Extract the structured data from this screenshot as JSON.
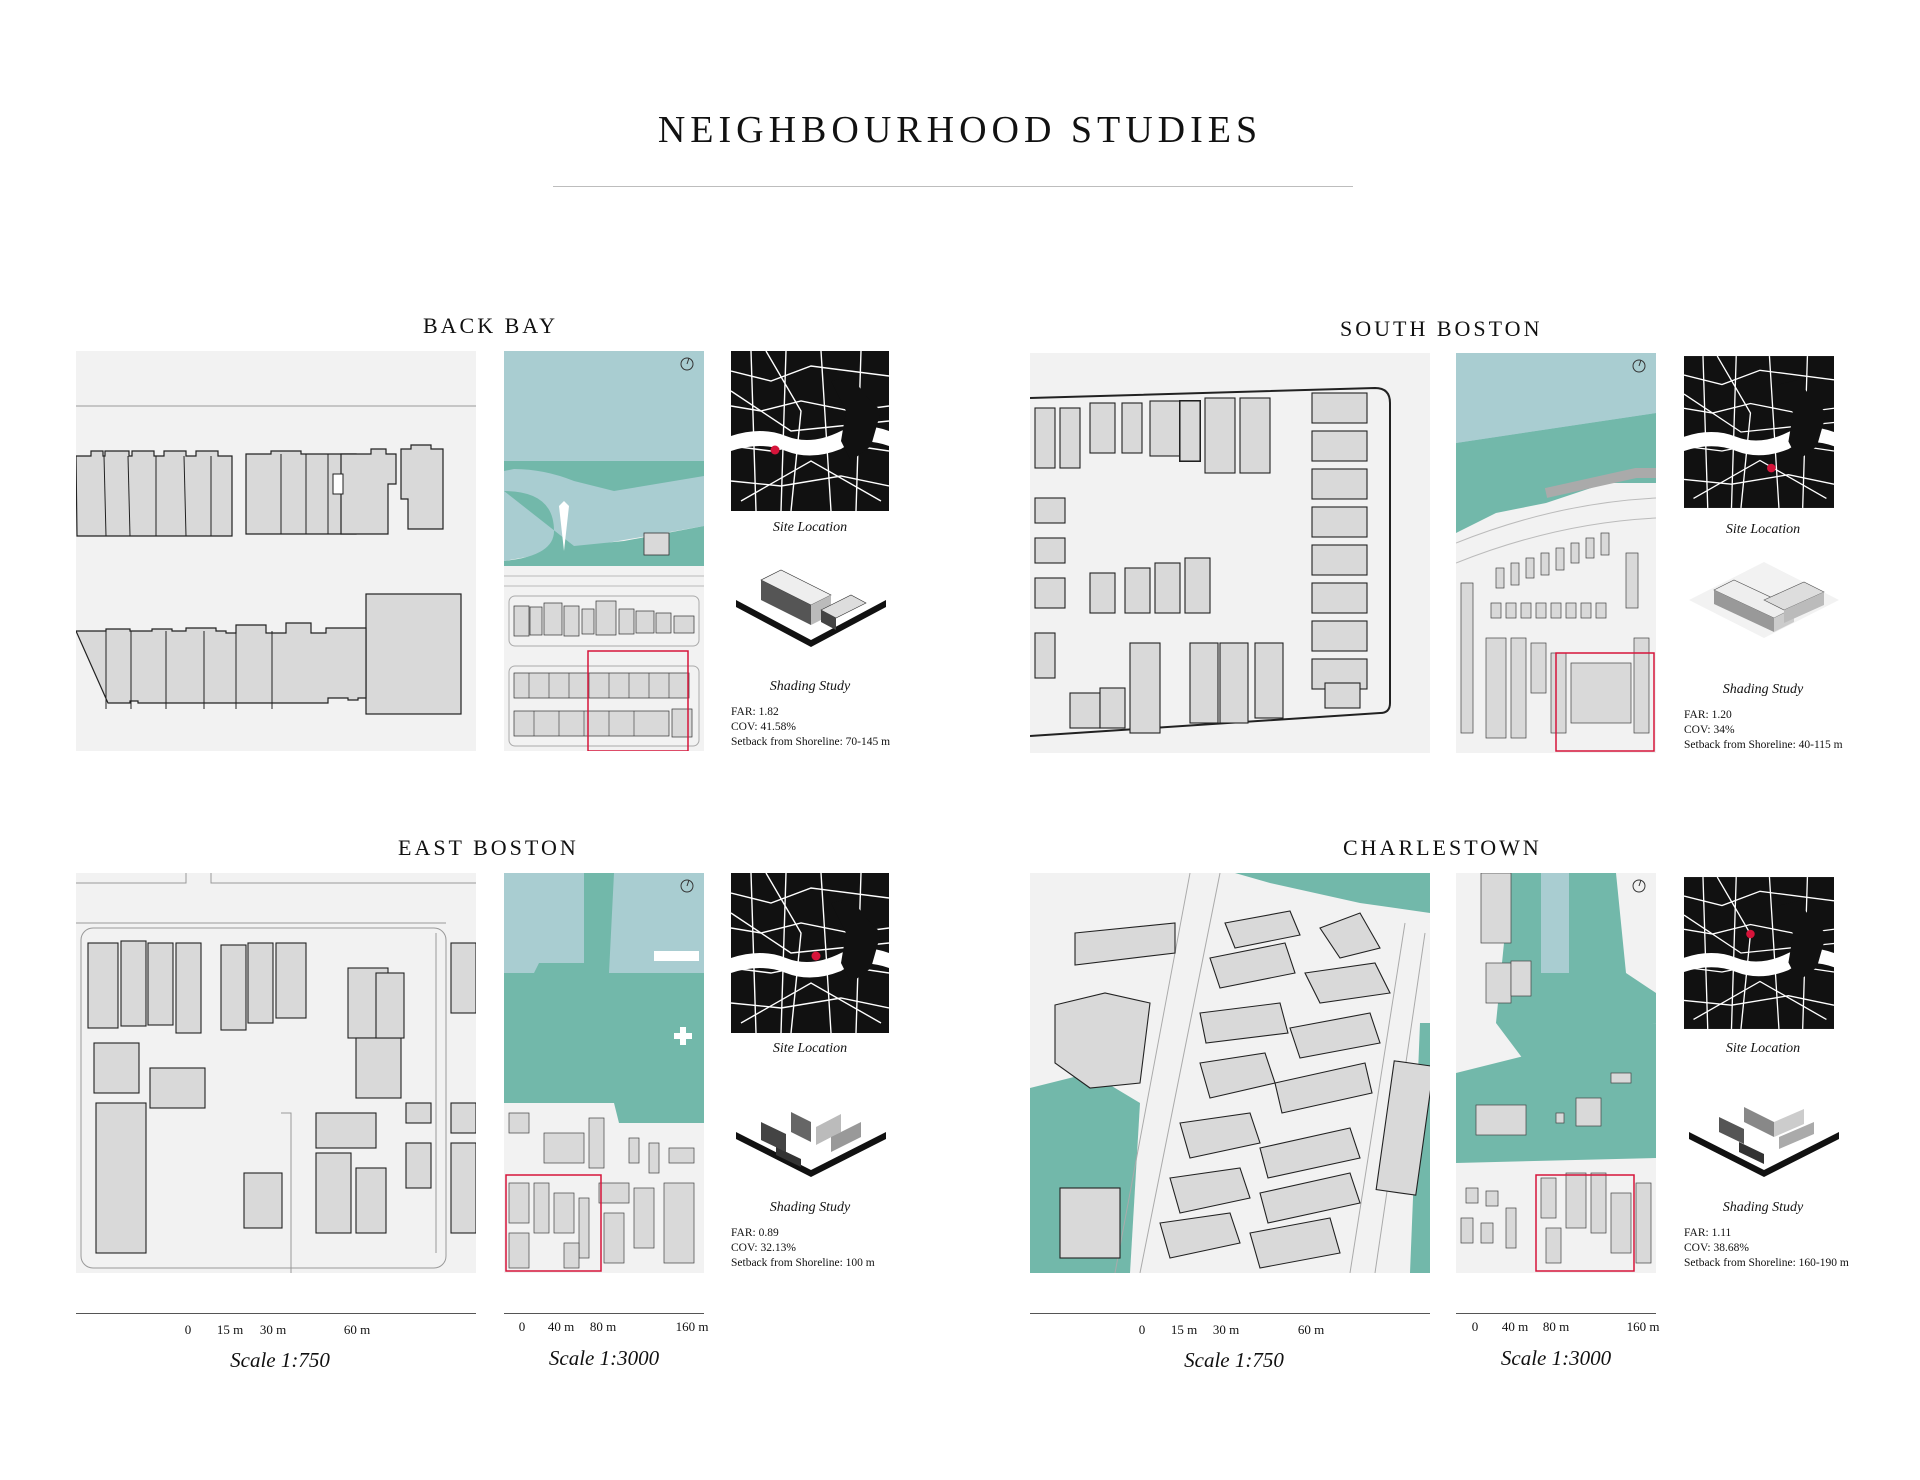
{
  "title": "NEIGHBOURHOOD STUDIES",
  "colors": {
    "water": "#a9cdd1",
    "park": "#72b8aa",
    "building": "#d9d9d9",
    "ground": "#f2f2f2",
    "highlight": "#d6143a",
    "figure_ground": "#111111"
  },
  "studies": [
    {
      "name": "BACK BAY",
      "site_location_label": "Site Location",
      "shading_label": "Shading Study",
      "far": "FAR: 1.82",
      "cov": "COV: 41.58%",
      "setback": "Setback from Shoreline: 70-145 m"
    },
    {
      "name": "SOUTH BOSTON",
      "site_location_label": "Site Location",
      "shading_label": "Shading Study",
      "far": "FAR: 1.20",
      "cov": "COV: 34%",
      "setback": "Setback from Shoreline: 40-115 m"
    },
    {
      "name": "EAST BOSTON",
      "site_location_label": "Site Location",
      "shading_label": "Shading Study",
      "far": "FAR: 0.89",
      "cov": "COV: 32.13%",
      "setback": "Setback from Shoreline: 100 m"
    },
    {
      "name": "CHARLESTOWN",
      "site_location_label": "Site Location",
      "shading_label": "Shading Study",
      "far": "FAR: 1.11",
      "cov": "COV: 38.68%",
      "setback": "Setback from Shoreline: 160-190 m"
    }
  ],
  "scales": {
    "fine": {
      "label": "Scale 1:750",
      "ticks": [
        "0",
        "15 m",
        "30 m",
        "60 m"
      ]
    },
    "coarse": {
      "label": "Scale 1:3000",
      "ticks": [
        "0",
        "40 m",
        "80 m",
        "160 m"
      ]
    }
  }
}
